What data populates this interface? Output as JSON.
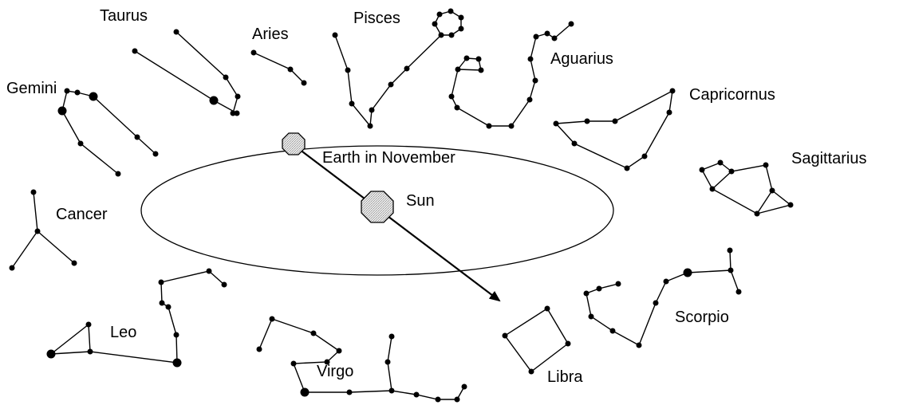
{
  "labels": {
    "taurus": "Taurus",
    "aries": "Aries",
    "pisces": "Pisces",
    "aquarius": "Aguarius",
    "gemini": "Gemini",
    "capricornus": "Capricornus",
    "earth": "Earth in November",
    "sagittarius": "Sagittarius",
    "cancer": "Cancer",
    "sun": "Sun",
    "leo": "Leo",
    "scorpio": "Scorpio",
    "virgo": "Virgo",
    "libra": "Libra"
  },
  "colors": {
    "ink": "#000000",
    "body_fill": "#cfcfcf",
    "background": "#ffffff"
  }
}
